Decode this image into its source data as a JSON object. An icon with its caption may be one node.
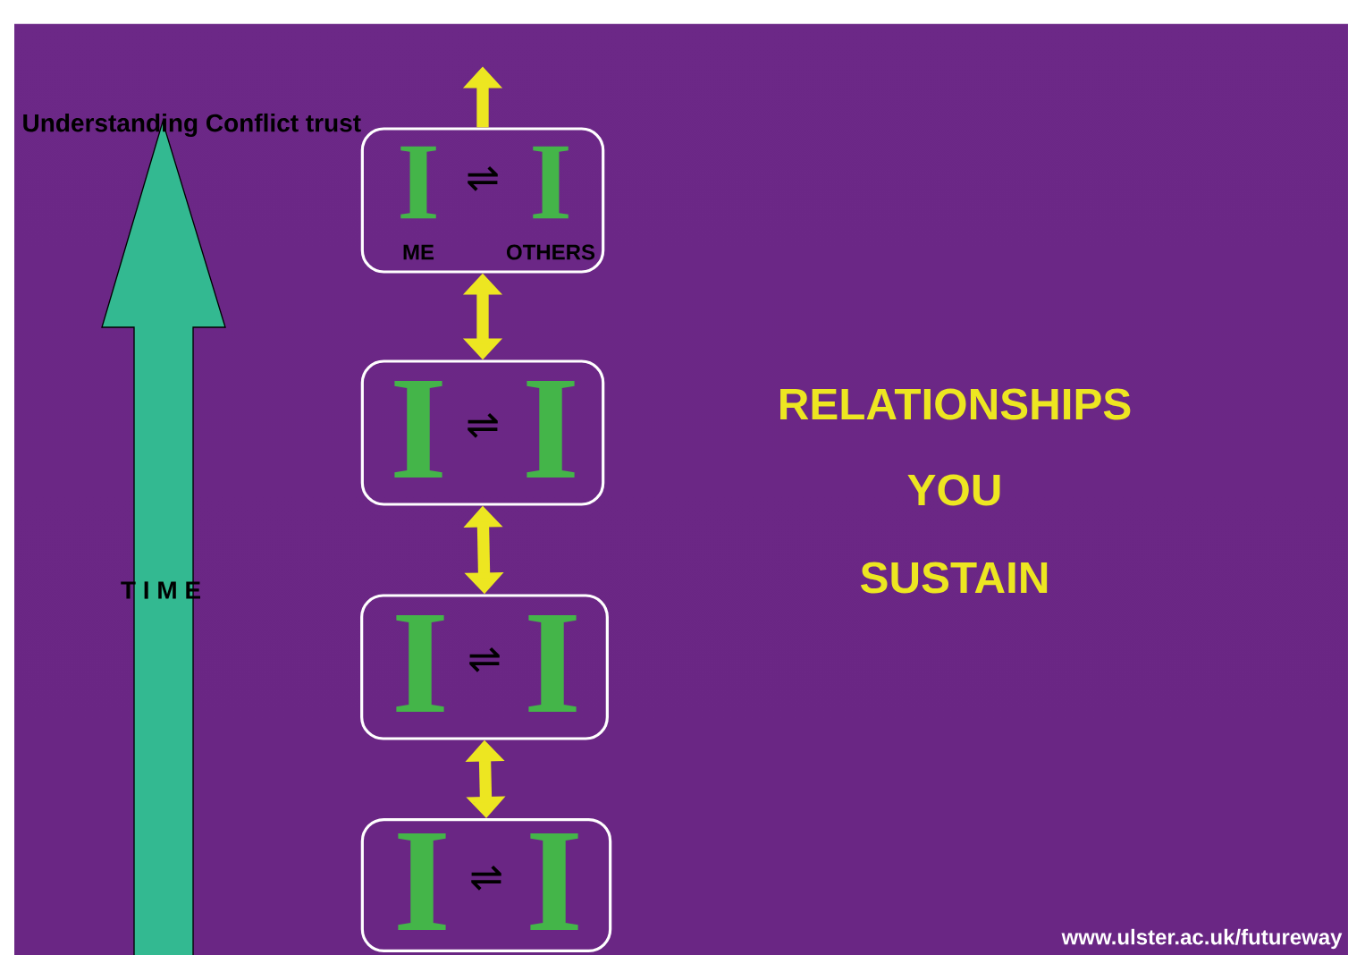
{
  "diagram": {
    "nodes": [
      {
        "text": [
          "I",
          "⇌",
          "I",
          "ME",
          "OTHERS"
        ]
      },
      {
        "text": [
          "I",
          "⇌",
          "I"
        ]
      },
      {
        "text": [
          "I",
          "⇌",
          "I"
        ]
      },
      {
        "text": [
          "I",
          "⇌",
          "I"
        ]
      }
    ],
    "edges": [
      {
        "from": 0,
        "to": null,
        "arrow": "to"
      },
      {
        "from": 0,
        "to": 1,
        "arrow": "both"
      },
      {
        "from": 1,
        "to": 2,
        "arrow": "both"
      },
      {
        "from": 2,
        "to": 3,
        "arrow": "both"
      }
    ],
    "labels": [
      "Understanding Conflict trust",
      "T I M E",
      "RELATIONSHIPS",
      "YOU",
      "SUSTAIN",
      "www.ulster.ac.uk/futureway"
    ]
  }
}
